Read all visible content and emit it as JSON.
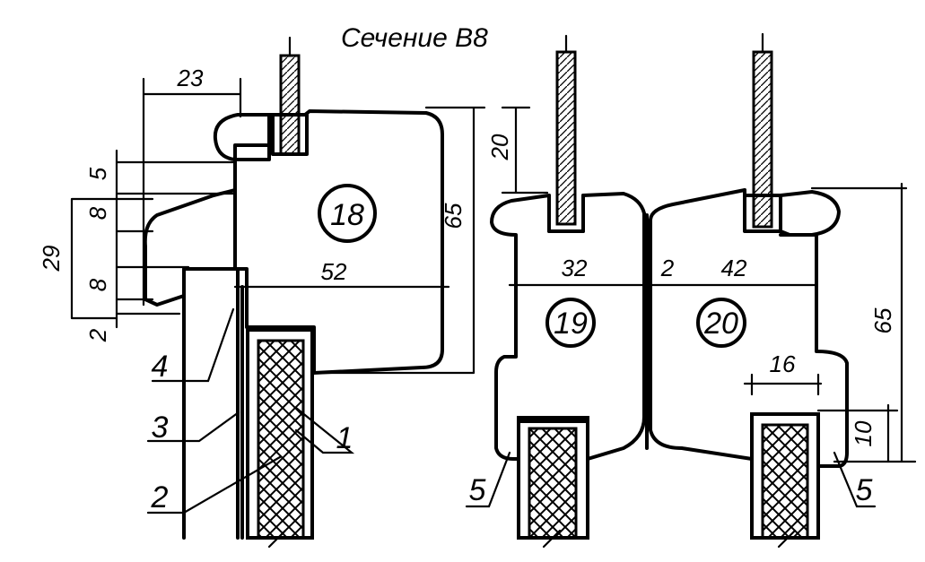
{
  "title": "Сечение В8",
  "dimensions": {
    "d23": "23",
    "d5": "5",
    "d8_top": "8",
    "d29": "29",
    "d8_bottom": "8",
    "d2_left": "2",
    "d52": "52",
    "d65_left": "65",
    "d20": "20",
    "d32": "32",
    "d2_mid": "2",
    "d42": "42",
    "d65_right": "65",
    "d16": "16",
    "d10": "10"
  },
  "profiles": {
    "p18": "18",
    "p19": "19",
    "p20": "20"
  },
  "callouts": {
    "c1": "1",
    "c2": "2",
    "c3": "3",
    "c4": "4",
    "c5_left": "5",
    "c5_right": "5"
  }
}
